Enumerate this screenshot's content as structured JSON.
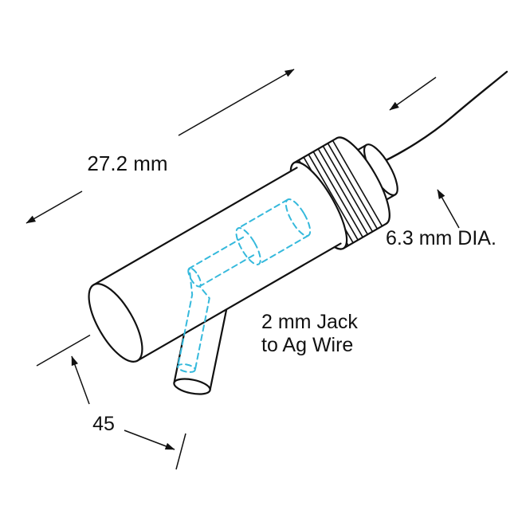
{
  "colors": {
    "outline": "#111111",
    "hidden_line": "#35b9dc",
    "background": "#ffffff"
  },
  "labels": {
    "length_dimension": "27.2 mm",
    "diameter_dimension": "6.3 mm DIA.",
    "angle_value": "45",
    "part_line1": "2 mm Jack",
    "part_line2": "to Ag Wire"
  }
}
